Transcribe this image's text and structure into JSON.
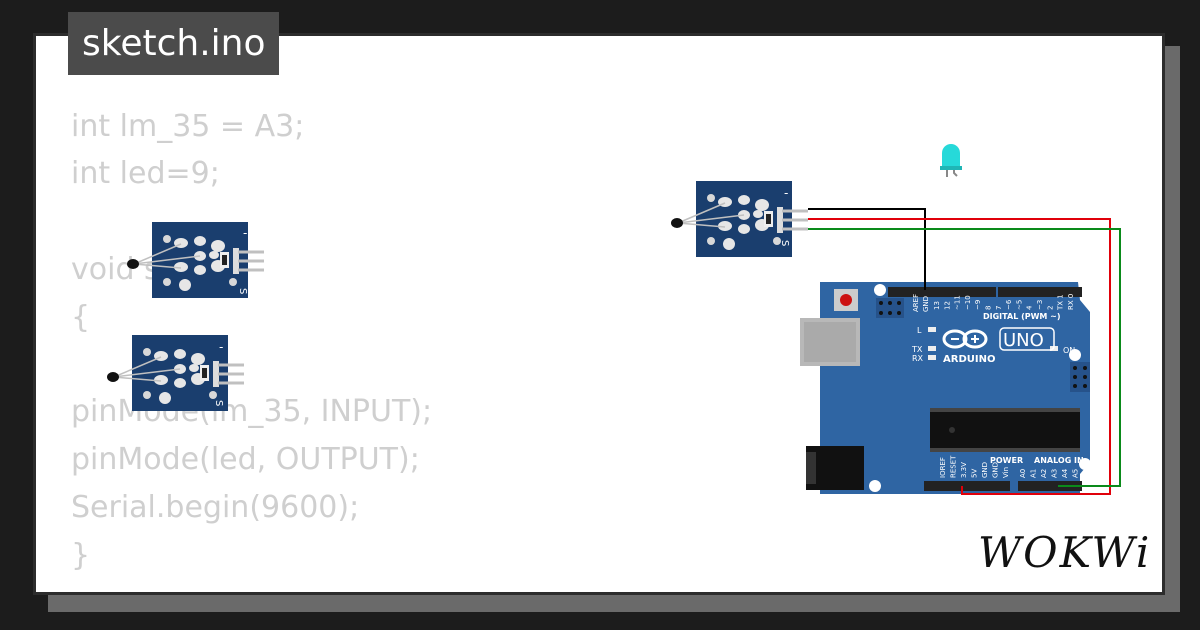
{
  "window": {
    "file_tab": "sketch.ino"
  },
  "code": {
    "lines": [
      "int lm_35 = A3;",
      "int led=9;",
      "",
      "void s",
      "{",
      "",
      "pinMode(lm_35, INPUT);",
      "pinMode(led, OUTPUT);",
      "Serial.begin(9600);",
      "}"
    ]
  },
  "board": {
    "brand": "ARDUINO",
    "model": "UNO",
    "digital_header_label": "DIGITAL (PWM ~)",
    "power_label": "POWER",
    "analog_label": "ANALOG IN",
    "on_label": "ON",
    "l_label": "L",
    "tx_label": "TX",
    "rx_label": "RX",
    "aref_label": "AREF",
    "gnd_label": "GND",
    "digital_pins": [
      "13",
      "12",
      "~11",
      "~10",
      "~9",
      "8",
      "7",
      "~6",
      "~5",
      "4",
      "~3",
      "2",
      "TX 1",
      "RX 0"
    ],
    "power_pins": [
      "IOREF",
      "RESET",
      "3.3V",
      "5V",
      "GND",
      "GND",
      "Vin"
    ],
    "analog_pins": [
      "A0",
      "A1",
      "A2",
      "A3",
      "A4",
      "A5"
    ]
  },
  "sensor": {
    "minus_label": "-",
    "s_label": "S"
  },
  "brand_logo": {
    "text": "WOKWi"
  },
  "colors": {
    "board_blue": "#2f65a3",
    "sensor_blue": "#1a3e6e",
    "wire_black": "#000000",
    "wire_red": "#e0000a",
    "wire_green": "#0a8a1a",
    "led_cyan": "#26d9d9"
  }
}
